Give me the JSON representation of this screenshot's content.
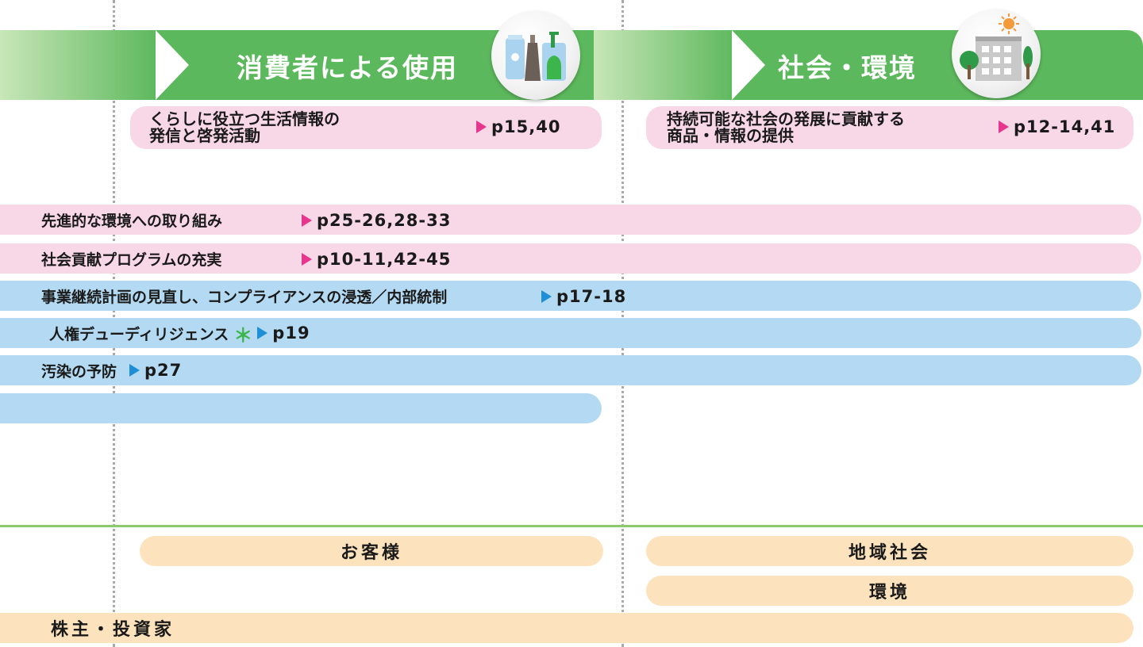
{
  "header": {
    "stage_consumer": "消費者による使用",
    "stage_society": "社会・環境",
    "consumer_icon": "consumer-products-icon",
    "society_icon": "building-and-trees-icon"
  },
  "top_items": [
    {
      "line1": "くらしに役立つ生活情報の",
      "line2": "発信と啓発活動",
      "ref": "p15,40"
    },
    {
      "line1": "持続可能な社会の発展に貢献する",
      "line2": "商品・情報の提供",
      "ref": "p12-14,41"
    }
  ],
  "rows": [
    {
      "label": "先進的な環境への取り組み",
      "ref": "p25-26,28-33"
    },
    {
      "label": "社会貢献プログラムの充実",
      "ref": "p10-11,42-45"
    },
    {
      "label": "事業継続計画の見直し、コンプライアンスの浸透／内部統制",
      "ref": "p17-18"
    },
    {
      "label": "人権デューディリジェンス",
      "star": "＊",
      "ref": "p19"
    },
    {
      "label": "汚染の予防",
      "ref": "p27"
    }
  ],
  "stakeholders": {
    "customers": "お客様",
    "community": "地域社会",
    "environment": "環境",
    "shareholders": "株主・投資家"
  },
  "colors": {
    "band_green": "#5cb85c",
    "pink_pill": "#f8d7e6",
    "blue_pill": "#b3daf2",
    "peach_pill": "#fde3bd",
    "pink_triangle": "#e8358d",
    "blue_triangle": "#1e8fd6"
  }
}
